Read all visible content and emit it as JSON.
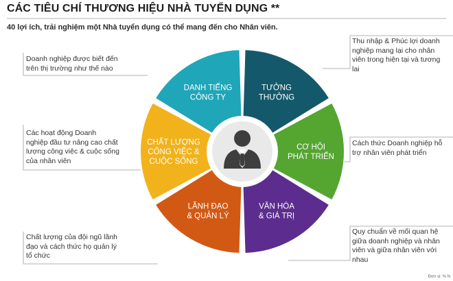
{
  "header": {
    "title": "CÁC TIÊU CHÍ THƯƠNG HIỆU NHÀ TUYỂN DỤNG **",
    "subtitle": "40 lợi ích, trải nghiệm một Nhà tuyển dụng có thể mang đến cho Nhân viên."
  },
  "segments": [
    {
      "id": "reputation",
      "lines": [
        "DANH TIẾNG",
        "CÔNG TY"
      ],
      "color": "#1fa6b8"
    },
    {
      "id": "rewards",
      "lines": [
        "TƯỞNG",
        "THƯỞNG"
      ],
      "color": "#14586b"
    },
    {
      "id": "growth",
      "lines": [
        "CƠ HỘI",
        "PHÁT TRIỂN"
      ],
      "color": "#55a531"
    },
    {
      "id": "culture",
      "lines": [
        "VĂN HÓA",
        "& GIÁ TRỊ"
      ],
      "color": "#5c2d8e"
    },
    {
      "id": "leadership",
      "lines": [
        "LÃNH ĐẠO",
        "& QUẢN LÝ"
      ],
      "color": "#d25914"
    },
    {
      "id": "worklife",
      "lines": [
        "CHẤT LƯỢNG",
        "CÔNG VIỆC &",
        "CUỘC SỐNG"
      ],
      "color": "#f1b21b"
    }
  ],
  "center_icon": "business-person-icon",
  "descriptions": {
    "reputation": [
      "Doanh nghiệp được biết đến",
      "trên thị trường như thế nào"
    ],
    "rewards": [
      "Thu nhập & Phúc lợi doanh",
      "nghiệp mang lại cho nhân",
      "viên trong hiện tại và tương",
      "lai"
    ],
    "worklife": [
      "Các hoạt động Doanh",
      "nghiệp đầu tư nâng cao chất",
      "lượng công việc & cuộc sống",
      "của nhân viên"
    ],
    "growth": [
      "Cách thức Doanh nghiệp hỗ",
      "trợ nhân viên phát triển"
    ],
    "leadership": [
      "Chất lượng của đội ngũ lãnh",
      "đạo và cách thức họ quản lý",
      "tổ chức"
    ],
    "culture": [
      "Quy chuẩn về mối quan hệ",
      "giữa doanh nghiệp và nhân",
      "viên và giữa nhân viên với",
      "nhau"
    ]
  },
  "footnote": "Đơn vị: % N"
}
